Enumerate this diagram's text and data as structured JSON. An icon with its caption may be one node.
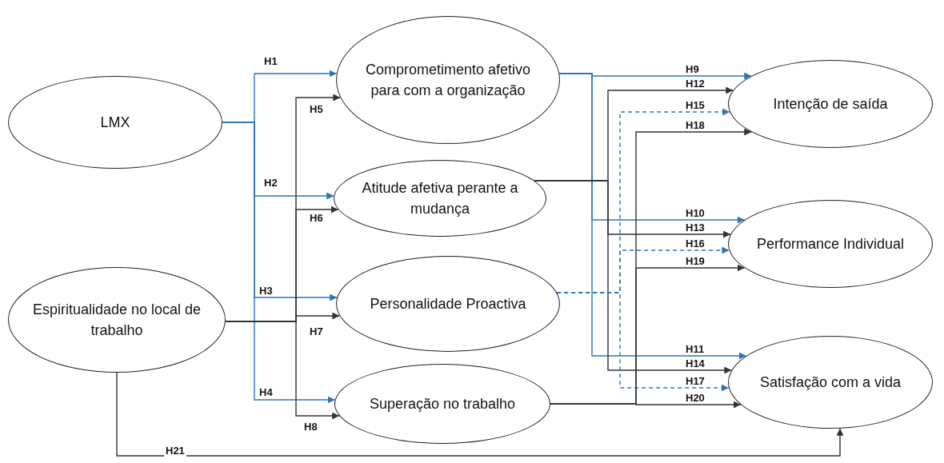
{
  "diagram": {
    "nodes": [
      {
        "text": [
          "LMX"
        ]
      },
      {
        "text": [
          "Comprometimento afetivo para com a organização"
        ]
      },
      {
        "text": [
          "Atitude afetiva perante a mudança"
        ]
      },
      {
        "text": [
          "Personalidade Proactiva"
        ]
      },
      {
        "text": [
          "Superação no trabalho"
        ]
      },
      {
        "text": [
          "Espiritualidade no local de trabalho"
        ]
      },
      {
        "text": [
          "Intenção de saída"
        ]
      },
      {
        "text": [
          "Performance Individual"
        ]
      },
      {
        "text": [
          "Satisfação com a vida"
        ]
      }
    ],
    "edges": [
      {
        "from": 0,
        "to": 1,
        "arrow": "to",
        "label": "H1",
        "color": "#2e75b6"
      },
      {
        "from": 0,
        "to": 2,
        "arrow": "to",
        "label": "H2",
        "color": "#2e75b6"
      },
      {
        "from": 0,
        "to": 3,
        "arrow": "to",
        "label": "H3",
        "color": "#2e75b6"
      },
      {
        "from": 0,
        "to": 4,
        "arrow": "to",
        "label": "H4",
        "color": "#2e75b6"
      },
      {
        "from": 5,
        "to": 1,
        "arrow": "to",
        "label": "H5"
      },
      {
        "from": 5,
        "to": 2,
        "arrow": "to",
        "label": "H6"
      },
      {
        "from": 5,
        "to": 3,
        "arrow": "to",
        "label": "H7"
      },
      {
        "from": 5,
        "to": 4,
        "arrow": "to",
        "label": "H8"
      },
      {
        "from": 1,
        "to": 6,
        "arrow": "to",
        "label": "H9",
        "color": "#2e75b6"
      },
      {
        "from": 1,
        "to": 7,
        "arrow": "to",
        "label": "H10",
        "color": "#2e75b6"
      },
      {
        "from": 1,
        "to": 8,
        "arrow": "to",
        "label": "H11",
        "color": "#2e75b6"
      },
      {
        "from": 2,
        "to": 6,
        "arrow": "to",
        "label": "H12"
      },
      {
        "from": 2,
        "to": 7,
        "arrow": "to",
        "label": "H13"
      },
      {
        "from": 2,
        "to": 8,
        "arrow": "to",
        "label": "H14"
      },
      {
        "from": 3,
        "to": 6,
        "arrow": "to",
        "label": "H15",
        "style": "dashed",
        "color": "#2e75b6"
      },
      {
        "from": 3,
        "to": 7,
        "arrow": "to",
        "label": "H16",
        "style": "dashed",
        "color": "#2e75b6"
      },
      {
        "from": 3,
        "to": 8,
        "arrow": "to",
        "label": "H17",
        "style": "dashed",
        "color": "#2e75b6"
      },
      {
        "from": 4,
        "to": 6,
        "arrow": "to",
        "label": "H18"
      },
      {
        "from": 4,
        "to": 7,
        "arrow": "to",
        "label": "H19"
      },
      {
        "from": 4,
        "to": 8,
        "arrow": "to",
        "label": "H20"
      },
      {
        "from": 5,
        "to": 8,
        "arrow": "to",
        "label": "H21"
      }
    ]
  }
}
